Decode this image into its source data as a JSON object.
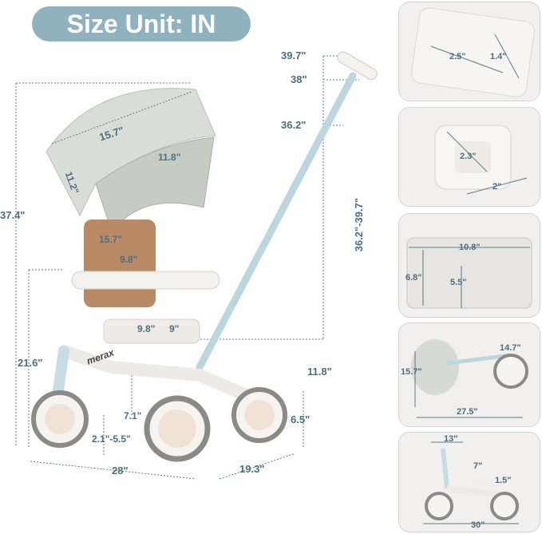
{
  "title": "Size Unit: IN",
  "main_dims": {
    "handle_top": "39.7\"",
    "handle_mid": "38\"",
    "handle_low": "36.2\"",
    "handle_range": "36.2\"-39.7\"",
    "overall_height": "37.4\"",
    "canopy_width": "15.7\"",
    "canopy_depth": "11.8\"",
    "canopy_side": "11.2\"",
    "backrest_height": "15.7\"",
    "backrest_width": "9.8\"",
    "seat_depth": "9.8\"",
    "seat_width": "9\"",
    "seat_height": "21.6\"",
    "footrest_height": "11.8\"",
    "rear_wheel": "6.5\"",
    "front_clearance": "7.1\"",
    "pedal_range": "2.1\"-5.5\"",
    "length": "28\"",
    "width": "19.3\""
  },
  "panels": [
    {
      "a": "2.5\"",
      "b": "1.4\""
    },
    {
      "a": "2.3\"",
      "b": "2\""
    },
    {
      "a": "10.8\"",
      "b": "6.8\"",
      "c": "5.5\""
    },
    {
      "a": "14.7\"",
      "b": "15.7\"",
      "c": "27.5\""
    },
    {
      "a": "13\"",
      "b": "7\"",
      "c": "1.5\"",
      "d": "30\""
    }
  ],
  "brand": "merax"
}
